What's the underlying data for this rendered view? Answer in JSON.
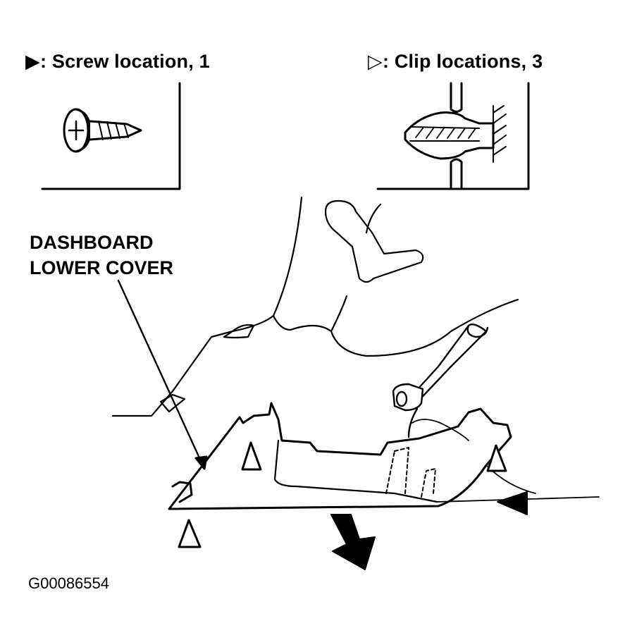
{
  "legend": {
    "screw": {
      "symbol": "▶",
      "text": ": Screw location, 1",
      "icon": "screw-icon"
    },
    "clip": {
      "symbol": "▷",
      "text": ": Clip locations, 3",
      "icon": "clip-icon"
    }
  },
  "callout": {
    "line1": "DASHBOARD",
    "line2": "LOWER COVER"
  },
  "figure_id": "G00086554",
  "colors": {
    "ink": "#000000",
    "paper": "#ffffff"
  }
}
